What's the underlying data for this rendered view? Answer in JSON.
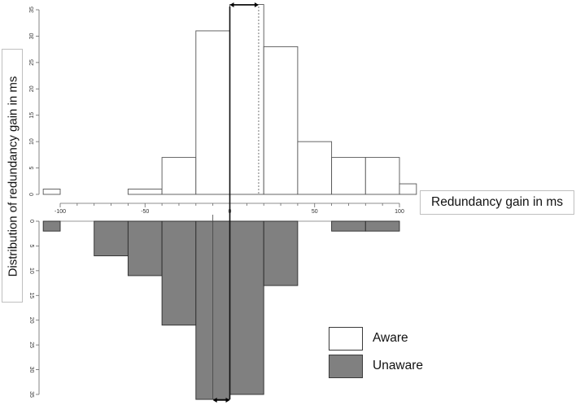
{
  "chart_data": [
    {
      "type": "histogram",
      "title": "",
      "xlabel": "Redundancy gain in ms",
      "ylabel": "Distribution of redundancy gain in ms",
      "xlim": [
        -100,
        100
      ],
      "ylim": [
        0,
        35
      ],
      "xticks": [
        -100,
        -50,
        0,
        50,
        100
      ],
      "yticks": [
        0,
        5,
        10,
        15,
        20,
        25,
        30,
        35
      ],
      "bin_width": 20,
      "series": [
        {
          "name": "Aware",
          "color": "#ffffff",
          "bins": [
            {
              "x0": -110,
              "x1": -100,
              "value": 1
            },
            {
              "x0": -60,
              "x1": -40,
              "value": 1
            },
            {
              "x0": -40,
              "x1": -20,
              "value": 7
            },
            {
              "x0": -20,
              "x1": 0,
              "value": 31
            },
            {
              "x0": 0,
              "x1": 20,
              "value": 36
            },
            {
              "x0": 20,
              "x1": 40,
              "value": 28
            },
            {
              "x0": 40,
              "x1": 60,
              "value": 10
            },
            {
              "x0": 60,
              "x1": 80,
              "value": 7
            },
            {
              "x0": 80,
              "x1": 100,
              "value": 7
            },
            {
              "x0": 100,
              "x1": 110,
              "value": 2
            }
          ],
          "mean_line_x": 17
        },
        {
          "name": "Unaware",
          "color": "#808080",
          "bins": [
            {
              "x0": -110,
              "x1": -100,
              "value": 2
            },
            {
              "x0": -80,
              "x1": -60,
              "value": 7
            },
            {
              "x0": -60,
              "x1": -40,
              "value": 11
            },
            {
              "x0": -40,
              "x1": -20,
              "value": 21
            },
            {
              "x0": -20,
              "x1": 0,
              "value": 36
            },
            {
              "x0": 0,
              "x1": 20,
              "value": 35
            },
            {
              "x0": 20,
              "x1": 40,
              "value": 13
            },
            {
              "x0": 60,
              "x1": 80,
              "value": 2
            },
            {
              "x0": 80,
              "x1": 100,
              "value": 2
            }
          ],
          "mean_line_x": -10
        }
      ],
      "zero_line_x": 0,
      "grid": false,
      "legend": {
        "position": "bottom-right",
        "items": [
          {
            "label": "Aware",
            "color": "#ffffff"
          },
          {
            "label": "Unaware",
            "color": "#808080"
          }
        ]
      }
    }
  ]
}
